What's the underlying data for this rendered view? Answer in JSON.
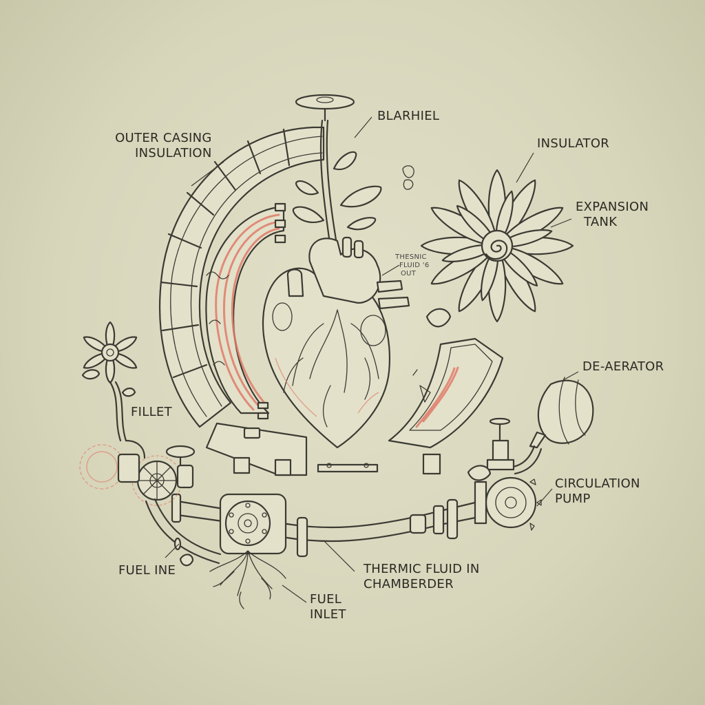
{
  "labels": {
    "blarhiel": "BLARHIEL",
    "outer_casing_line1": "OUTER CASING",
    "outer_casing_line2": "INSULATION",
    "insulator": "INSULATOR",
    "expansion_line1": "EXPANSION",
    "expansion_line2": "TANK",
    "thermic_small_line1": "THESNIC",
    "thermic_small_line2": "FLUID '6",
    "thermic_small_line3": "OUT",
    "de_aerator": "DE-AERATOR",
    "fillet": "FILLET",
    "circulation_line1": "CIRCULATION",
    "circulation_line2": "PUMP",
    "fuel_ine": "FUEL INE",
    "thermic_in_line1": "THERMIC FLUID IN",
    "thermic_in_line2": "CHAMBERDER",
    "fuel_inlet_line1": "FUEL",
    "fuel_inlet_line2": "INLET"
  },
  "colors": {
    "paper": "#d9d7bd",
    "ink": "#3b3a33",
    "accent_red": "#e07a6a"
  }
}
